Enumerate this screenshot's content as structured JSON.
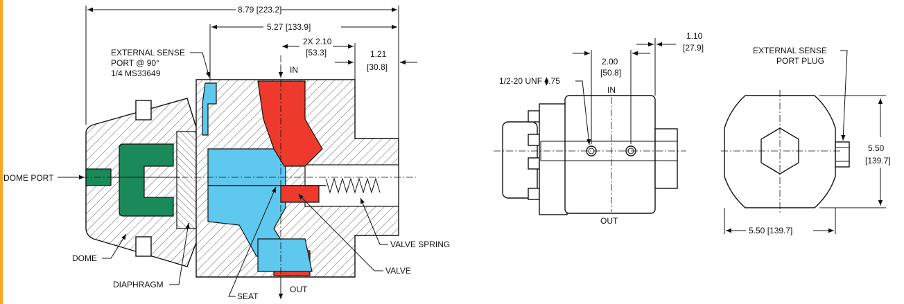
{
  "colors": {
    "dome_chamber": "#1a8a5a",
    "sense_passage": "#5ec8ee",
    "inlet_flow": "#ee3a2c",
    "accent": "#f5a623"
  },
  "dimensions": {
    "overall_length": "8.79  [223.2]",
    "body_length": "5.27  [133.9]",
    "port_spacing_a": "2X 2.10",
    "port_spacing_b": "[53.3]",
    "inlet_offset_a": "1.21",
    "inlet_offset_b": "[30.8]",
    "side_width_a": "1.10",
    "side_width_b": "[27.9]",
    "side_spacing_a": "2.00",
    "side_spacing_b": "[50.8]",
    "height_a": "5.50",
    "height_b": "[139.7]",
    "width": "5.50  [139.7]"
  },
  "labels": {
    "external_sense_line1": "EXTERNAL SENSE",
    "external_sense_line2": "PORT @ 90°",
    "external_sense_line3": "1/4 MS33649",
    "dome_port": "DOME PORT",
    "dome": "DOME",
    "diaphragm": "DIAPHRAGM",
    "seat": "SEAT",
    "valve": "VALVE",
    "valve_spring": "VALVE SPRING",
    "in_main": "IN",
    "out_main": "OUT",
    "in_side": "IN",
    "out_side": "OUT",
    "thread_callout": "1/2-20 UNF ⧫.75",
    "plug_line1": "EXTERNAL SENSE",
    "plug_line2": "PORT PLUG"
  }
}
